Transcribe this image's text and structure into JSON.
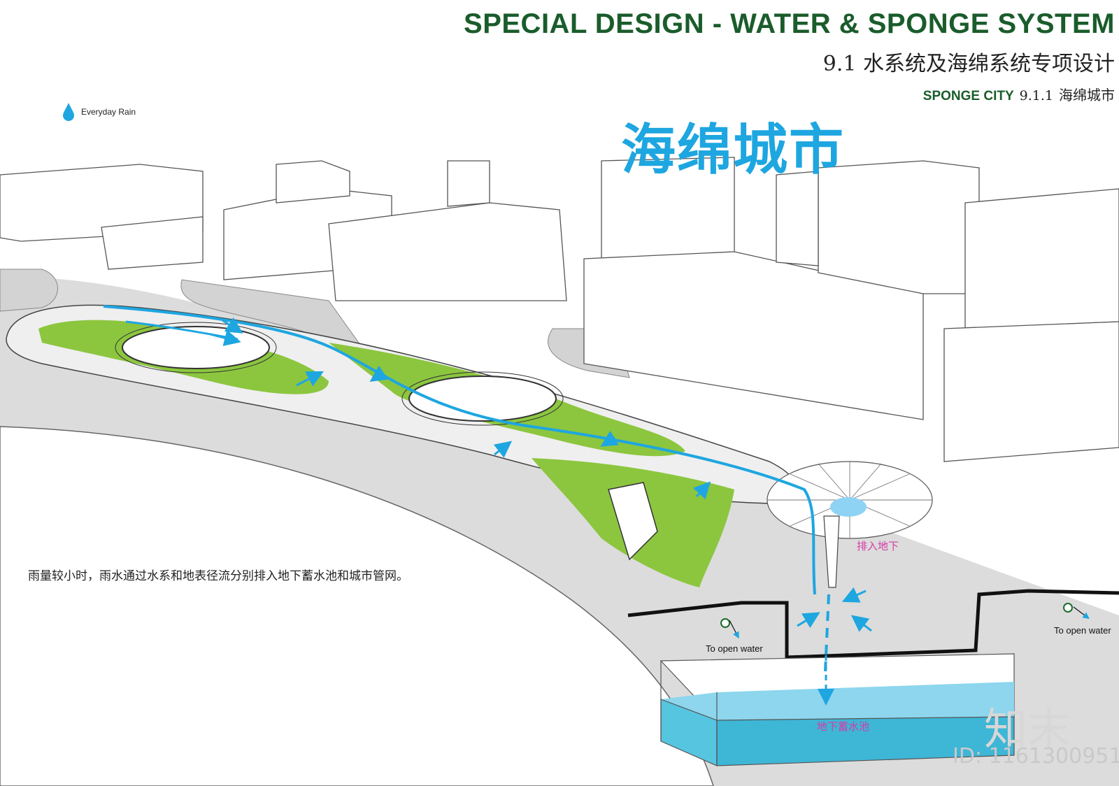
{
  "header": {
    "title": "SPECIAL DESIGN - WATER & SPONGE SYSTEM",
    "subtitle": "9.1  水系统及海绵系统专项设计",
    "section_en": "SPONGE CITY",
    "section_num": "9.1.1",
    "section_cn": "海绵城市"
  },
  "hero_title": "海绵城市",
  "legend": {
    "icon": "water-drop-icon",
    "label": "Everyday Rain"
  },
  "caption": "雨量较小时，雨水通过水系和地表径流分别排入地下蓄水池和城市管网。",
  "labels": {
    "open_water_left": "To open water",
    "open_water_right": "To open water",
    "drain_underground": "排入地下",
    "reservoir": "地下蓄水池"
  },
  "watermark": {
    "brand": "知末",
    "id": "ID: 1161300951"
  },
  "colors": {
    "water": "#1ea6e0",
    "grass": "#8cc63f",
    "title_green": "#1a5c2b",
    "magenta": "#d83aa5",
    "reservoir": "#56c5e0"
  }
}
